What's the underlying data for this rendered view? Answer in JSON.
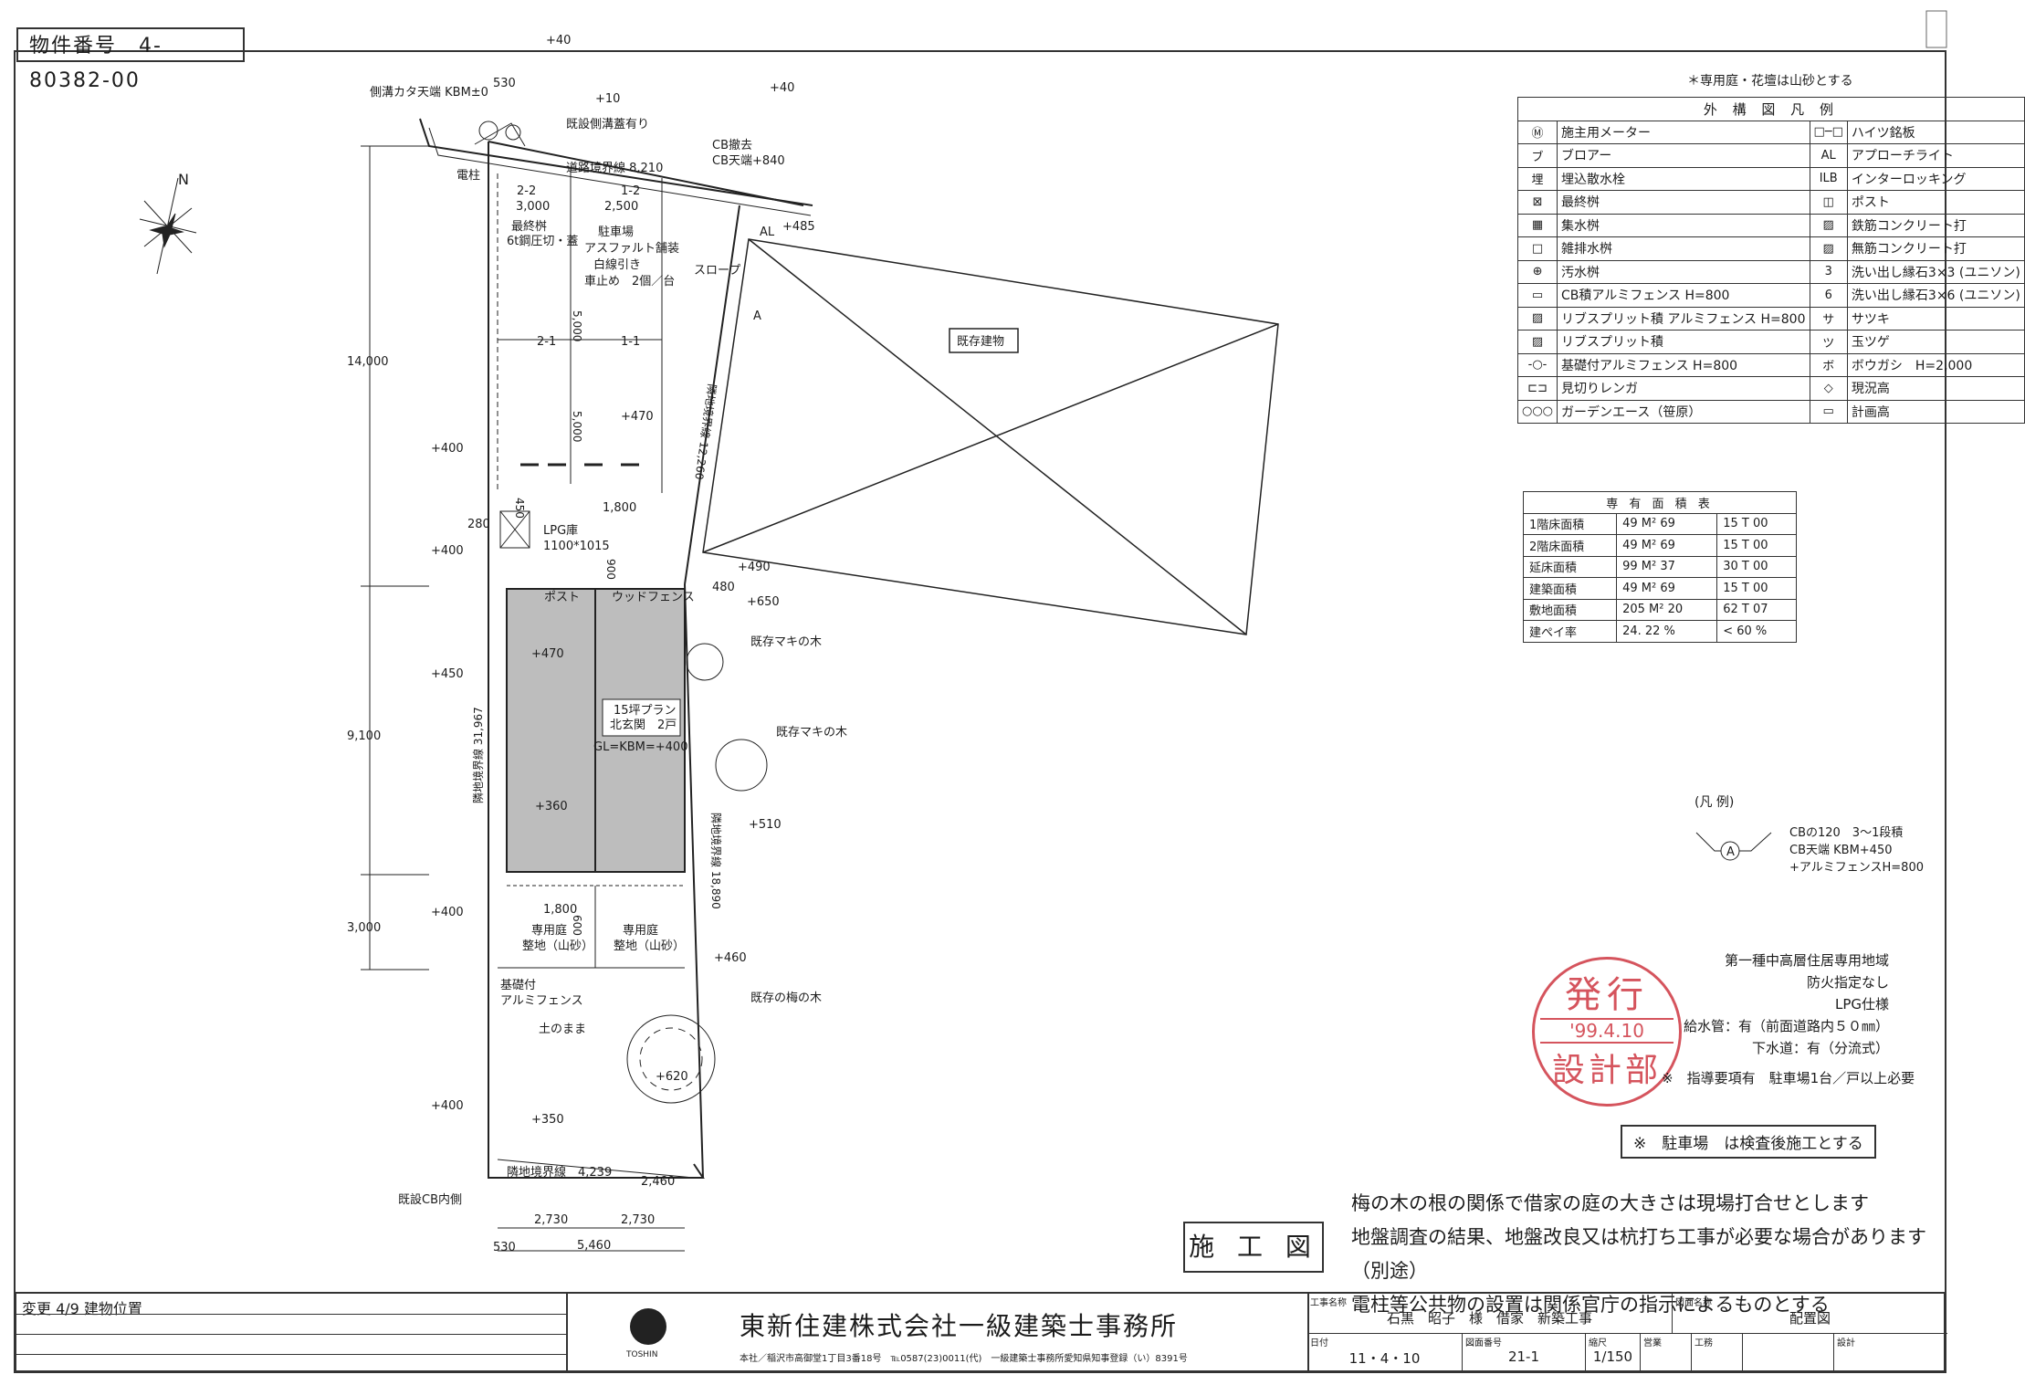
{
  "property_no": "物件番号　4-80382-00",
  "top_note": "＊専用庭・花壇は山砂とする",
  "legend": {
    "title": "外 構 図 凡 例",
    "rows": [
      {
        "s1": "Ⓜ",
        "l1": "施主用メーター",
        "s2": "□─□",
        "l2": "ハイツ銘板"
      },
      {
        "s1": "ブ",
        "l1": "ブロアー",
        "s2": "AL",
        "l2": "アプローチライト"
      },
      {
        "s1": "埋",
        "l1": "埋込散水栓",
        "s2": "ILB",
        "l2": "インターロッキング"
      },
      {
        "s1": "⊠",
        "l1": "最終桝",
        "s2": "◫",
        "l2": "ポスト"
      },
      {
        "s1": "▦",
        "l1": "集水桝",
        "s2": "▨",
        "l2": "鉄筋コンクリート打"
      },
      {
        "s1": "□",
        "l1": "雑排水桝",
        "s2": "▨",
        "l2": "無筋コンクリート打"
      },
      {
        "s1": "⊕",
        "l1": "汚水桝",
        "s2": "3",
        "l2": "洗い出し縁石3×3 (ユニソン)"
      },
      {
        "s1": "▭",
        "l1": "CB積アルミフェンス H=800",
        "s2": "6",
        "l2": "洗い出し縁石3×6 (ユニソン)"
      },
      {
        "s1": "▨",
        "l1": "リブスプリット積 アルミフェンス H=800",
        "s2": "サ",
        "l2": "サツキ"
      },
      {
        "s1": "▨",
        "l1": "リブスプリット積",
        "s2": "ツ",
        "l2": "玉ツゲ"
      },
      {
        "s1": "-○-",
        "l1": "基礎付アルミフェンス H=800",
        "s2": "ボ",
        "l2": "ボウガシ　H=2,000"
      },
      {
        "s1": "⊏⊐",
        "l1": "見切りレンガ",
        "s2": "◇",
        "l2": "現況高"
      },
      {
        "s1": "○○○",
        "l1": "ガーデンエース（笹原）",
        "s2": "▭",
        "l2": "計画高"
      }
    ]
  },
  "area_table": {
    "title": "専 有 面 積 表",
    "rows": [
      {
        "label": "1階床面積",
        "m2": "49 M² 69",
        "tsubo": "15 T 00"
      },
      {
        "label": "2階床面積",
        "m2": "49 M² 69",
        "tsubo": "15 T 00"
      },
      {
        "label": "延床面積",
        "m2": "99 M² 37",
        "tsubo": "30 T 00"
      },
      {
        "label": "建築面積",
        "m2": "49 M² 69",
        "tsubo": "15 T 00"
      },
      {
        "label": "敷地面積",
        "m2": "205 M² 20",
        "tsubo": "62 T 07"
      },
      {
        "label": "建ぺイ率",
        "m2": "24. 22 %",
        "tsubo": "< 60 %"
      }
    ]
  },
  "hanrei": {
    "title": "(凡 例)",
    "symbol": "A",
    "lines": [
      "CBの120　3～1段積",
      "CB天端 KBM+450",
      "+アルミフェンスH=800"
    ]
  },
  "stamp": {
    "top": "発行",
    "date": "'99.4.10",
    "bottom": "設計部"
  },
  "site_info": [
    "第一種中高層住居専用地域",
    "防火指定なし",
    "LPG仕様",
    "給水管：有（前面道路内５０㎜）",
    "下水道：有（分流式）"
  ],
  "guidance": "※　指導要項有　駐車場1台／戸以上必要",
  "parking_note": "※　駐車場　は検査後施工とする",
  "notes": [
    "梅の木の根の関係で借家の庭の大きさは現場打合せとします",
    "地盤調査の結果、地盤改良又は杭打ち工事が必要な場合があります（別途）",
    "電柱等公共物の設置は関係官庁の指示によるものとする"
  ],
  "sekou": "施 工 図",
  "title_block": {
    "revision": "変更 4/9 建物位置",
    "company": "東新住建株式会社一級建築士事務所",
    "address": "本社／稲沢市高御堂1丁目3番18号　℡0587(23)0011(代)　一級建築士事務所愛知県知事登録（い）8391号",
    "logo_text": "TOSHIN",
    "project_label": "工事名称",
    "project": "石黒　昭子　様　借家　新築工事",
    "drawing_label": "図面名称",
    "drawing": "配置図",
    "date_label": "日付",
    "date": "11・4・10",
    "number_label": "図面番号",
    "number": "21-1",
    "scale_label": "縮尺",
    "scale": "1/150",
    "sales_label": "営業",
    "works_label": "工務",
    "design_label": "設計"
  },
  "plan": {
    "north": "N",
    "top_elev": [
      "+40",
      "+10",
      "+40",
      "+485"
    ],
    "road_notes": [
      "側溝カタ天端 KBM±0",
      "既設側溝蓋有り",
      "CB撤去",
      "CB天端+840",
      "道路境界線 8,210",
      "電柱"
    ],
    "dims_top": [
      "3,000",
      "2,500",
      "5,000",
      "5,000",
      "1,800"
    ],
    "parking_labels": [
      "2-2",
      "1-2",
      "2-1",
      "1-1"
    ],
    "parking": [
      "駐車場",
      "アスファルト舗装",
      "白線引き",
      "車止め　2個／台"
    ],
    "final_masu": [
      "最終桝",
      "6t鋼圧切・蓋"
    ],
    "slope": "スロープ",
    "al": "AL",
    "boundary_right": "隣地境界線 12,260",
    "existing": "既存建物",
    "left_elev": [
      "+400",
      "+400",
      "+450",
      "+400",
      "+400"
    ],
    "left_dims": [
      "14,000",
      "9,100",
      "3,000"
    ],
    "lpg": [
      "LPG庫",
      "1100*1015"
    ],
    "small_dims": [
      "280",
      "450",
      "900",
      "480",
      "600"
    ],
    "post": "ポスト",
    "wood_fence": "ウッドフェンス",
    "elev_labels": [
      "+490",
      "+650",
      "+470",
      "+360",
      "+510",
      "+460",
      "+620",
      "+350",
      "+470"
    ],
    "trees": [
      "既存マキの木",
      "既存マキの木",
      "既存の梅の木"
    ],
    "building": [
      "15坪プラン",
      "北玄関　2戸",
      "GL=KBM=+400"
    ],
    "boundary_left": "隣地境界線 31,967",
    "boundary_right2": "隣地境界線 18,890",
    "garden_dim": "1,800",
    "gardens": [
      "専用庭",
      "整地（山砂）",
      "専用庭",
      "整地（山砂）"
    ],
    "fence": [
      "基礎付",
      "アルミフェンス"
    ],
    "soil": "土のまま",
    "bottom_boundary": "隣地境界線　4,239",
    "bottom_dims": [
      "2,460",
      "2,730",
      "2,730",
      "5,460"
    ],
    "existing_cb": "既設CB内側",
    "marker": "530",
    "marker_top": "530",
    "a_mark": "A"
  }
}
